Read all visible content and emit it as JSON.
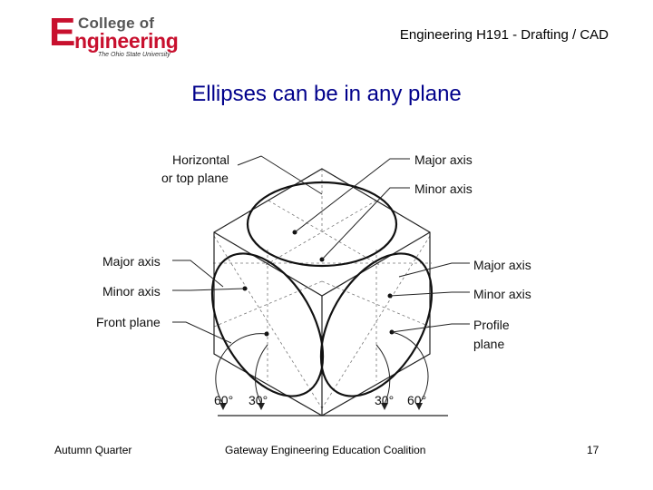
{
  "header": {
    "logo": {
      "line1": "College of",
      "letter": "E",
      "line2": "ngineering",
      "tagline": "The Ohio State University"
    },
    "course": "Engineering H191  - Drafting / CAD"
  },
  "slide": {
    "title": "Ellipses can be in any plane"
  },
  "diagram": {
    "labels": {
      "horizontal_line1": "Horizontal",
      "horizontal_line2": "or top plane",
      "major_axis_top": "Major axis",
      "minor_axis_top": "Minor axis",
      "major_axis_left": "Major axis",
      "minor_axis_left": "Minor axis",
      "front_plane": "Front plane",
      "major_axis_right": "Major axis",
      "minor_axis_right": "Minor axis",
      "profile_line1": "Profile",
      "profile_line2": "plane",
      "angle_60_left": "60°",
      "angle_30_left": "30°",
      "angle_30_right": "30°",
      "angle_60_right": "60°"
    }
  },
  "footer": {
    "left": "Autumn Quarter",
    "center": "Gateway Engineering Education Coalition",
    "page": "17"
  }
}
